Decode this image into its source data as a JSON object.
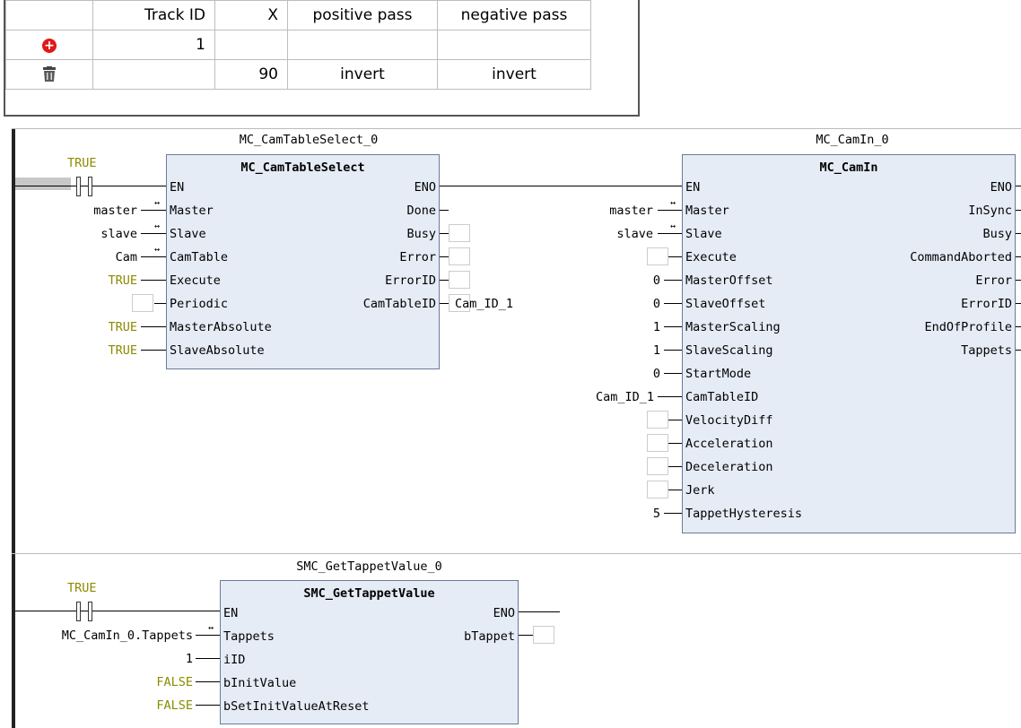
{
  "table": {
    "headers": [
      "",
      "Track ID",
      "X",
      "positive pass",
      "negative pass"
    ],
    "rows": [
      {
        "icon": "add-icon",
        "track_id": "1",
        "x": "",
        "positive": "",
        "negative": ""
      },
      {
        "icon": "trash-icon",
        "track_id": "",
        "x": "90",
        "positive": "invert",
        "negative": "invert"
      }
    ]
  },
  "network1": {
    "contact_label": "TRUE",
    "camtableselect": {
      "instance": "MC_CamTableSelect_0",
      "type": "MC_CamTableSelect",
      "inputs": [
        {
          "name": "EN",
          "value": ""
        },
        {
          "name": "Master",
          "value": "master"
        },
        {
          "name": "Slave",
          "value": "slave"
        },
        {
          "name": "CamTable",
          "value": "Cam"
        },
        {
          "name": "Execute",
          "value": "TRUE"
        },
        {
          "name": "Periodic",
          "value": ""
        },
        {
          "name": "MasterAbsolute",
          "value": "TRUE"
        },
        {
          "name": "SlaveAbsolute",
          "value": "TRUE"
        }
      ],
      "outputs": [
        {
          "name": "ENO",
          "value": ""
        },
        {
          "name": "Done",
          "value": ""
        },
        {
          "name": "Busy",
          "value": ""
        },
        {
          "name": "Error",
          "value": ""
        },
        {
          "name": "ErrorID",
          "value": ""
        },
        {
          "name": "CamTableID",
          "value": "Cam_ID_1"
        }
      ]
    },
    "camin": {
      "instance": "MC_CamIn_0",
      "type": "MC_CamIn",
      "inputs": [
        {
          "name": "EN",
          "value": ""
        },
        {
          "name": "Master",
          "value": "master"
        },
        {
          "name": "Slave",
          "value": "slave"
        },
        {
          "name": "Execute",
          "value": ""
        },
        {
          "name": "MasterOffset",
          "value": "0"
        },
        {
          "name": "SlaveOffset",
          "value": "0"
        },
        {
          "name": "MasterScaling",
          "value": "1"
        },
        {
          "name": "SlaveScaling",
          "value": "1"
        },
        {
          "name": "StartMode",
          "value": "0"
        },
        {
          "name": "CamTableID",
          "value": "Cam_ID_1"
        },
        {
          "name": "VelocityDiff",
          "value": ""
        },
        {
          "name": "Acceleration",
          "value": ""
        },
        {
          "name": "Deceleration",
          "value": ""
        },
        {
          "name": "Jerk",
          "value": ""
        },
        {
          "name": "TappetHysteresis",
          "value": "5"
        }
      ],
      "outputs": [
        {
          "name": "ENO"
        },
        {
          "name": "InSync"
        },
        {
          "name": "Busy"
        },
        {
          "name": "CommandAborted"
        },
        {
          "name": "Error"
        },
        {
          "name": "ErrorID"
        },
        {
          "name": "EndOfProfile"
        },
        {
          "name": "Tappets"
        }
      ]
    }
  },
  "network2": {
    "contact_label": "TRUE",
    "gettappet": {
      "instance": "SMC_GetTappetValue_0",
      "type": "SMC_GetTappetValue",
      "inputs": [
        {
          "name": "EN",
          "value": ""
        },
        {
          "name": "Tappets",
          "value": "MC_CamIn_0.Tappets"
        },
        {
          "name": "iID",
          "value": "1"
        },
        {
          "name": "bInitValue",
          "value": "FALSE"
        },
        {
          "name": "bSetInitValueAtReset",
          "value": "FALSE"
        }
      ],
      "outputs": [
        {
          "name": "ENO",
          "value": ""
        },
        {
          "name": "bTappet",
          "value": ""
        }
      ]
    }
  },
  "symbols": {
    "inout": "↔"
  },
  "colors": {
    "block_fill": "#e6ecf6",
    "block_border": "#6b7a96",
    "keyword": "#8b8b00",
    "add_icon": "#e01818"
  }
}
